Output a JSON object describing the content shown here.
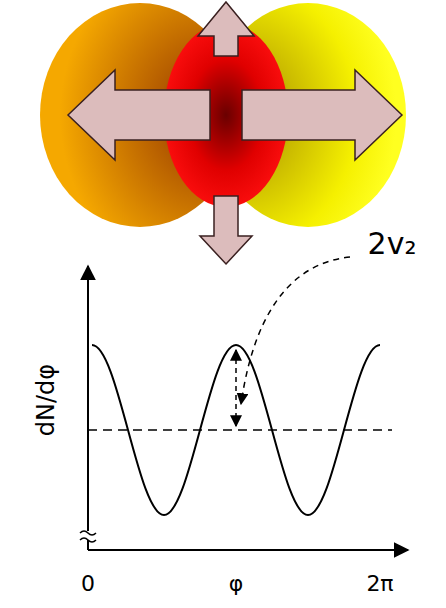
{
  "diagram": {
    "labels": [
      "2v₂",
      "dN/dφ",
      "0",
      "φ",
      "2π"
    ]
  }
}
